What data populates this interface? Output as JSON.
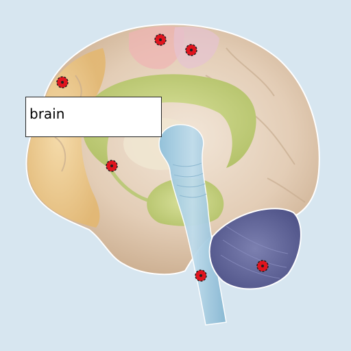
{
  "label_box": {
    "text": "brain"
  },
  "colors": {
    "background": "#d7e6f0",
    "cortex_outer": "#e6d2be",
    "frontal_lobe": "#f0c887",
    "limbic": "#c8d27d",
    "brainstem": "#a5cde1",
    "cerebellum": "#5a5f96",
    "marker": "#e0141e",
    "motor_area": "#f0b4b4",
    "sensory_area": "#e6c3d2"
  },
  "markers": [
    {
      "name": "marker-motor"
    },
    {
      "name": "marker-sensory"
    },
    {
      "name": "marker-prefrontal"
    },
    {
      "name": "marker-limbic"
    },
    {
      "name": "marker-brainstem"
    },
    {
      "name": "marker-cerebellum"
    }
  ]
}
